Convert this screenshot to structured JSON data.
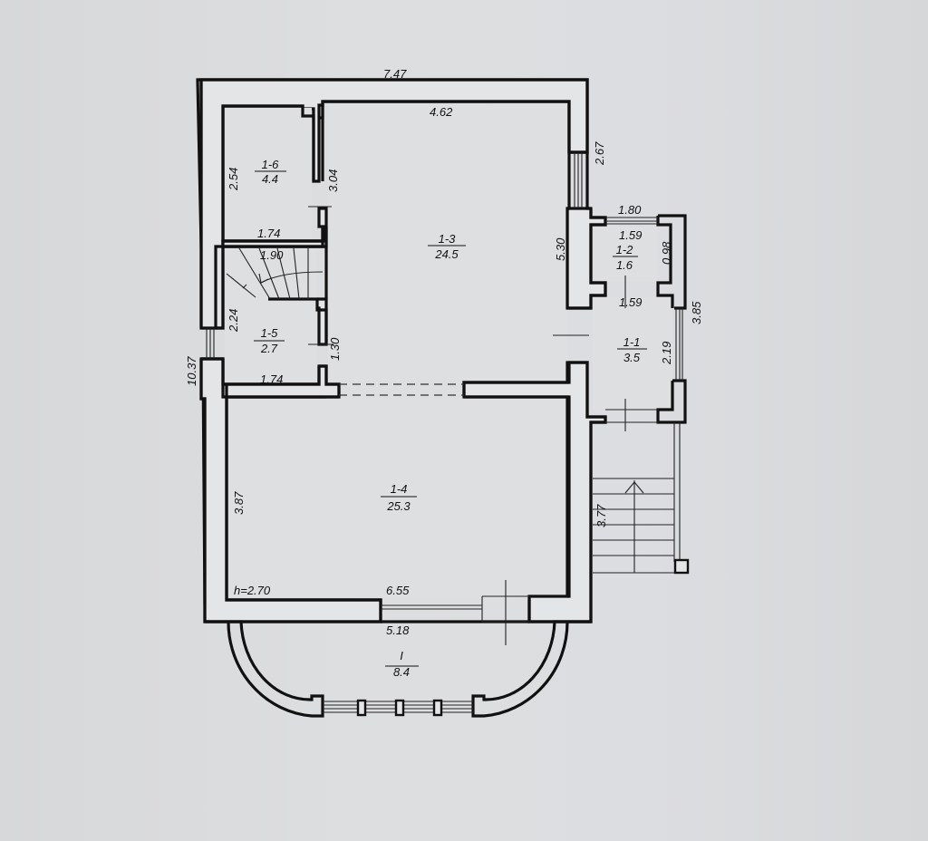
{
  "plan": {
    "overall_width": "7.47",
    "overall_height": "10.37",
    "ceiling_height": "h=2.70",
    "rooms": [
      {
        "id": "1-1",
        "area": "3.5"
      },
      {
        "id": "1-2",
        "area": "1.6"
      },
      {
        "id": "1-3",
        "area": "24.5"
      },
      {
        "id": "1-4",
        "area": "25.3"
      },
      {
        "id": "1-5",
        "area": "2.7"
      },
      {
        "id": "1-6",
        "area": "4.4"
      },
      {
        "id": "I",
        "area": "8.4"
      }
    ],
    "dimensions": {
      "room_1_3_top": "4.62",
      "room_1_3_right": "5.30",
      "right_upper_wall": "2.67",
      "room_1_6_height": "2.54",
      "room_1_6_bottom": "1.74",
      "partition_1_6": "3.04",
      "stair_width": "1.90",
      "room_1_5_height": "2.24",
      "room_1_5_bottom": "1.74",
      "partition_1_5": "1.30",
      "room_1_2_outer_top": "1.80",
      "room_1_2_top": "1.59",
      "room_1_2_side": "0.98",
      "room_1_1_top": "1.59",
      "room_1_1_side": "2.19",
      "vestibule_outer": "3.85",
      "porch_length": "3.77",
      "room_1_4_left": "3.87",
      "room_1_4_bottom": "6.55",
      "bay_width": "5.18"
    }
  }
}
